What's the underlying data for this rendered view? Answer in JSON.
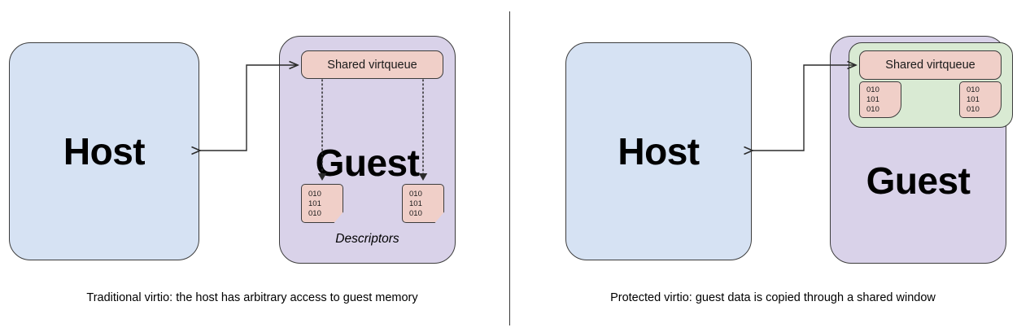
{
  "figure": {
    "title": "Traditional vs protected virtio memory access",
    "background": "#ffffff",
    "colors": {
      "host_fill": "#d6e2f3",
      "guest_fill": "#d9d2e9",
      "window_fill": "#d9ead3",
      "virtqueue_fill": "#f0cfc8",
      "descriptor_fill": "#f0cfc8",
      "stroke": "#3c3c3c",
      "text": "#000000"
    }
  },
  "panels": [
    {
      "id": "traditional",
      "caption": "Traditional virtio: the host has arbitrary access to guest memory",
      "host": {
        "label": "Host"
      },
      "guest": {
        "label": "Guest",
        "virtqueue_label": "Shared virtqueue",
        "descriptors_caption": "Descriptors",
        "descriptors": [
          {
            "lines": [
              "010",
              "101",
              "010"
            ]
          },
          {
            "lines": [
              "010",
              "101",
              "010"
            ]
          }
        ]
      },
      "connector": {
        "from": "Host",
        "to": "Shared virtqueue",
        "bidirectional": true
      }
    },
    {
      "id": "protected",
      "caption": "Protected virtio: guest data is copied through a shared window",
      "host": {
        "label": "Host"
      },
      "guest": {
        "label": "Guest",
        "virtqueue_label": "Shared virtqueue",
        "descriptors_caption": "",
        "descriptors": [
          {
            "lines": [
              "010",
              "101",
              "010"
            ]
          },
          {
            "lines": [
              "010",
              "101",
              "010"
            ]
          }
        ]
      },
      "connector": {
        "from": "Host",
        "to": "Shared virtqueue",
        "bidirectional": true
      }
    }
  ],
  "divider": {
    "present": true
  }
}
